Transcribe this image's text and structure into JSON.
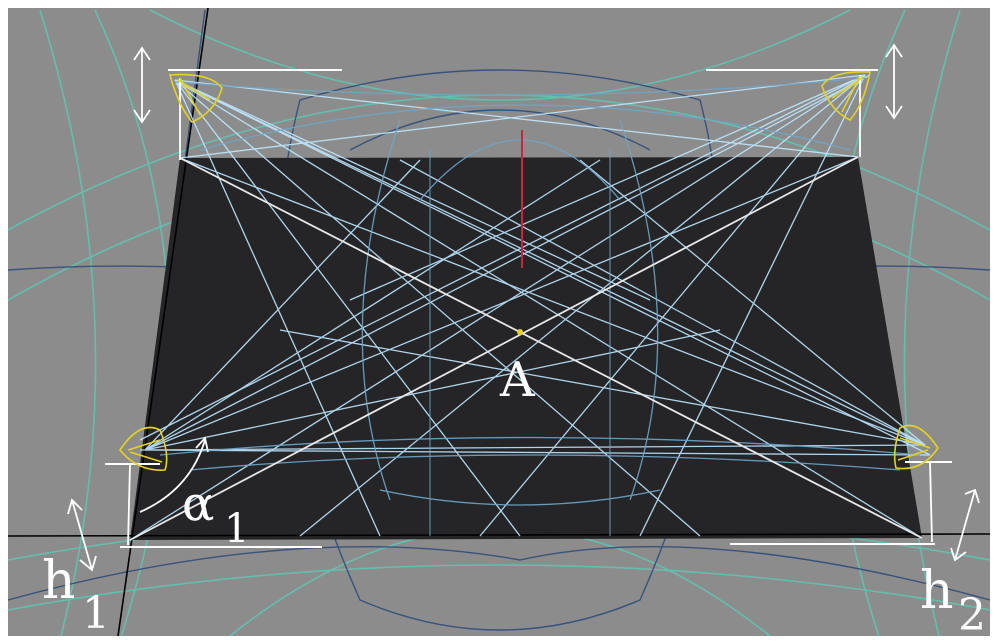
{
  "labels": {
    "center": "A",
    "angle_symbol": "α",
    "angle_sub": "1",
    "height_left_symbol": "h",
    "height_left_sub": "1",
    "height_right_symbol": "h",
    "height_right_sub": "2"
  },
  "colors": {
    "background_gray": "#8c8c8c",
    "plate": "#252528",
    "construction_green": "#5fc7b3",
    "beam_light_blue": "#bfe7ff",
    "beam_blue": "#6fa6c8",
    "beam_dark_blue": "#2e4d7a",
    "white_lines": "#ffffff",
    "light_cone_yellow": "#e6d21e",
    "center_marker": "#c5283a"
  }
}
